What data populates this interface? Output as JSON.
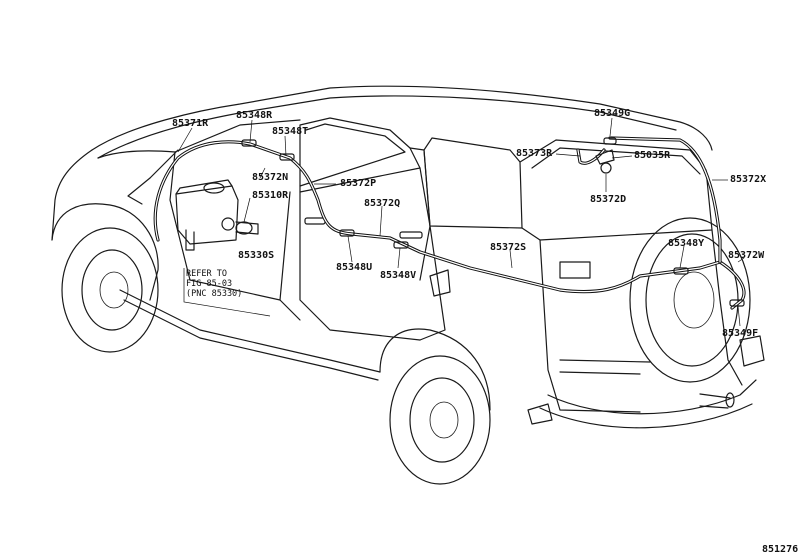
{
  "diagram": {
    "figure_number": "851276",
    "note_lines": [
      "REFER TO",
      "FIG 85-03",
      "(PNC 85330)"
    ],
    "labels": {
      "p85371R": "85371R",
      "p85348R": "85348R",
      "p85348T": "85348T",
      "p85372N": "85372N",
      "p85310R": "85310R",
      "p85372P": "85372P",
      "p85372Q": "85372Q",
      "p85330S": "85330S",
      "p85348U": "85348U",
      "p85348V": "85348V",
      "p85372S": "85372S",
      "p85349G": "85349G",
      "p85373R": "85373R",
      "p85035R": "85035R",
      "p85372D": "85372D",
      "p85372X": "85372X",
      "p85348Y": "85348Y",
      "p85372W": "85372W",
      "p85349F": "85349F"
    }
  }
}
